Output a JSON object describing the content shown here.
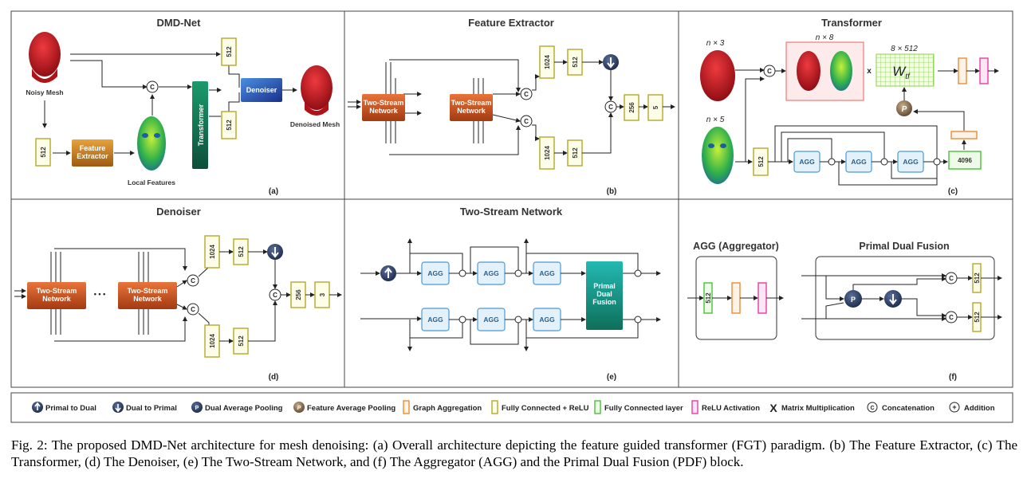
{
  "panels": {
    "a": {
      "title": "DMD-Net",
      "label": "(a)",
      "noisy_mesh": "Noisy Mesh",
      "local_features": "Local Features",
      "denoised_mesh": "Denoised Mesh",
      "feature_extractor": "Feature\nExtractor",
      "transformer": "Transformer",
      "denoiser": "Denoiser",
      "fc_512": "512",
      "concat": "C"
    },
    "b": {
      "title": "Feature Extractor",
      "label": "(b)",
      "two_stream": "Two-Stream\nNetwork",
      "fc_1024": "1024",
      "fc_512": "512",
      "fc_256": "256",
      "fc_5": "5",
      "concat": "C"
    },
    "c": {
      "title": "Transformer",
      "label": "(c)",
      "dim_n3": "n × 3",
      "dim_n5": "n × 5",
      "dim_n8": "n × 8",
      "dim_8x512": "8 × 512",
      "w_tf": "W",
      "w_tf_sub": "tf",
      "mult": "x",
      "agg": "AGG",
      "fc_512": "512",
      "fc_4096": "4096",
      "pool": "P"
    },
    "d": {
      "title": "Denoiser",
      "label": "(d)",
      "two_stream": "Two-Stream\nNetwork",
      "dots": "• • •",
      "fc_1024": "1024",
      "fc_512": "512",
      "fc_256": "256",
      "fc_3": "3",
      "concat": "C"
    },
    "e": {
      "title": "Two-Stream Network",
      "label": "(e)",
      "agg": "AGG",
      "pdf": "Primal\nDual\nFusion"
    },
    "f": {
      "title_agg": "AGG (Aggregator)",
      "title_pdf": "Primal Dual Fusion",
      "label": "(f)",
      "fc_512": "512",
      "pool": "P",
      "concat": "C"
    }
  },
  "legend": [
    {
      "icon": "primal-to-dual",
      "label": "Primal to Dual"
    },
    {
      "icon": "dual-to-primal",
      "label": "Dual to Primal"
    },
    {
      "icon": "dual-average-pooling",
      "label": "Dual Average Pooling"
    },
    {
      "icon": "feature-average-pooling",
      "label": "Feature Average Pooling"
    },
    {
      "icon": "graph-aggregation",
      "label": "Graph Aggregation"
    },
    {
      "icon": "fully-connected-relu",
      "label": "Fully Connected + ReLU"
    },
    {
      "icon": "fully-connected-layer",
      "label": "Fully Connected layer"
    },
    {
      "icon": "relu-activation",
      "label": "ReLU Activation"
    },
    {
      "icon": "matrix-multiplication",
      "label": "Matrix Multiplication",
      "symbol": "X"
    },
    {
      "icon": "concatenation",
      "label": "Concatenation",
      "symbol": "C"
    },
    {
      "icon": "addition",
      "label": "Addition",
      "symbol": "+"
    }
  ],
  "caption": "Fig. 2: The proposed DMD-Net architecture for mesh denoising: (a) Overall architecture depicting the feature guided transformer (FGT) paradigm. (b) The Feature Extractor, (c) The Transformer, (d) The Denoiser, (e) The Two-Stream Network, and (f) The Aggregator (AGG) and the Primal Dual Fusion (PDF) block.",
  "colors": {
    "fc_relu": "#b3a82a",
    "fc": "#4cbf3a",
    "graph_agg": "#ec8a34",
    "relu": "#e23ea7",
    "agg": "#4a9ad6",
    "mesh_red": "#c8141c"
  }
}
